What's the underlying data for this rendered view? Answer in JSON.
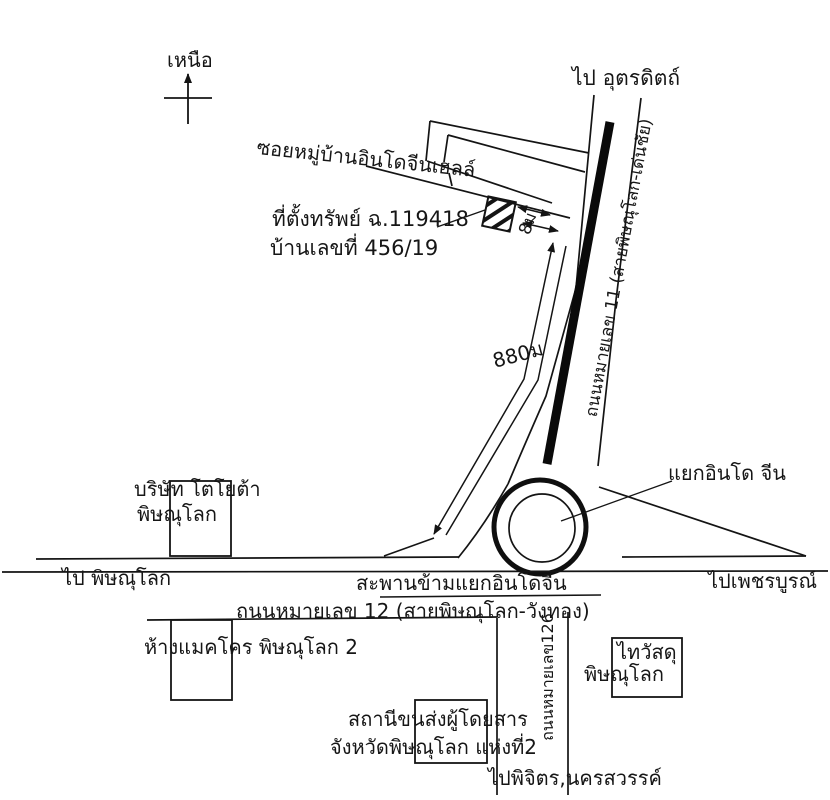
{
  "compass": {
    "north_label": "เหนือ"
  },
  "directions": {
    "to_uttaradit": "ไป อุตรดิตถ์",
    "to_phitsanulok": "ไป พิษณุโลก",
    "to_phetchabun": "ไปเพชรบูรณ์",
    "to_phichit_nakhonsawan": "ไปพิจิตร,นครสวรรค์"
  },
  "roads": {
    "road11": "ถนนหมายเลข 11 (สายพิษณุโลก-เด่นชัย)",
    "road12": "ถนนหมายเลข 12 (สายพิษณุโลก-วังทอง)",
    "road126": "ถนนหมายเลข126",
    "soi": "ซอยหมู่บ้านอินโดจีนเฮลล์",
    "bridge": "สะพานข้ามแยกอินโดจีน",
    "junction": "แยกอินโด จีน"
  },
  "property": {
    "title_line": "ที่ตั้งทรัพย์ ฉ.119418",
    "house_no_line": "บ้านเลขที่ 456/19",
    "frontage": "8ม",
    "distance": "880ม"
  },
  "places": {
    "toyota": {
      "line1": "บริษัท โตโยต้า",
      "line2": "พิษณุโลก"
    },
    "makro": {
      "label": "ห้างแมคโคร พิษณุโลก 2"
    },
    "bus_station": {
      "line1": "สถานีขนส่งผู้โดยสาร",
      "line2": "จังหวัดพิษณุโลก แห่งที่2"
    },
    "thai_watsadu": {
      "line1": "ไทวัสดุ",
      "line2": "พิษณุโลก"
    }
  },
  "colors": {
    "ink": "#141414",
    "paper": "#ffffff"
  }
}
